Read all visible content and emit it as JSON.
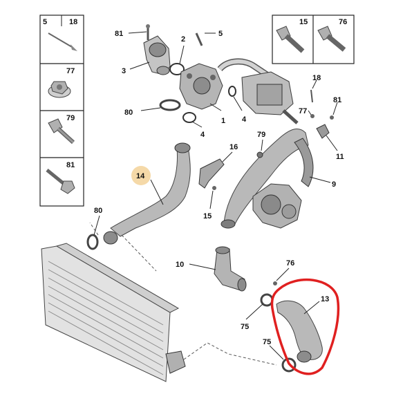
{
  "sidebar": {
    "top_box": {
      "left": "5",
      "right": "18"
    },
    "boxes": [
      {
        "label": "77",
        "part": "flange-nut"
      },
      {
        "label": "79",
        "part": "flange-bolt"
      },
      {
        "label": "81",
        "part": "stud-bolt"
      }
    ]
  },
  "top_right_box": {
    "left": "15",
    "right": "76"
  },
  "callouts": {
    "c81_top": "81",
    "c2": "2",
    "c5": "5",
    "c3": "3",
    "c80_top": "80",
    "c1": "1",
    "c4a": "4",
    "c4b": "4",
    "c18": "18",
    "c77": "77",
    "c81_right": "81",
    "c11": "11",
    "c79": "79",
    "c9": "9",
    "c16": "16",
    "c15": "15",
    "c14": "14",
    "c80_left": "80",
    "c10": "10",
    "c76": "76",
    "c13": "13",
    "c75a": "75",
    "c75b": "75"
  },
  "colors": {
    "highlight_ring": "#e02020",
    "badge_fill": "#f5d9a8",
    "part_gray": "#b9b9b9"
  }
}
